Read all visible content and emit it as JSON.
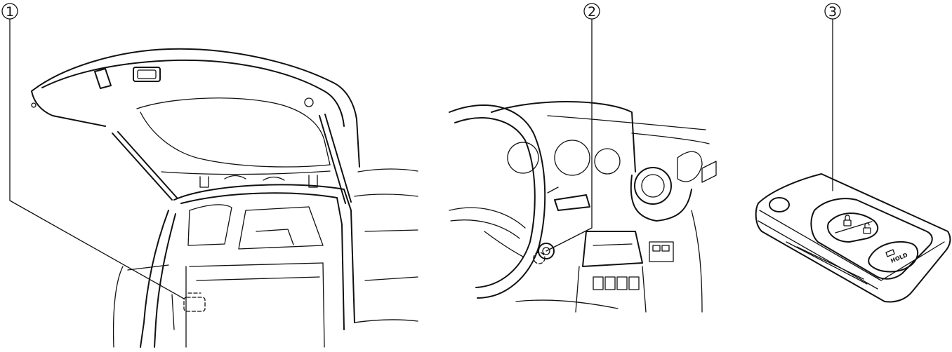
{
  "callouts": [
    {
      "number": "1",
      "target": "liftgate-release"
    },
    {
      "number": "2",
      "target": "ignition-key-cylinder"
    },
    {
      "number": "3",
      "target": "transmitter-key"
    }
  ],
  "transmitter": {
    "hold_label": "HOLD"
  },
  "colors": {
    "line": "#111111",
    "background": "#ffffff"
  },
  "icons": [
    "lock-icon",
    "unlock-icon",
    "liftgate-icon"
  ]
}
